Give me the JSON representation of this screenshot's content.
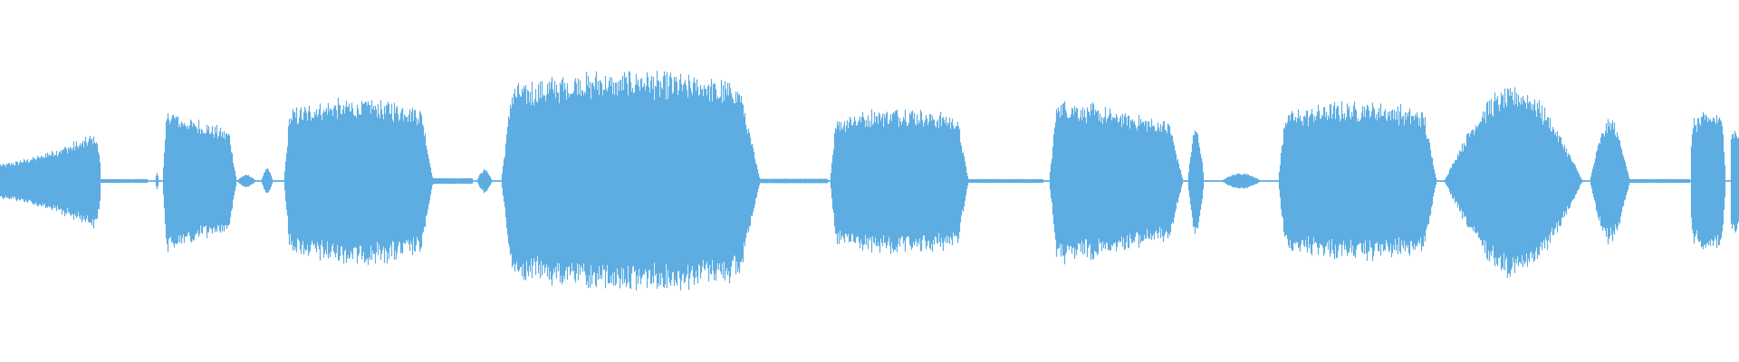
{
  "waveform": {
    "color": "#5dade2",
    "duration_fraction_segments": [
      {
        "start": 0.0,
        "end": 0.058,
        "peak": 0.27,
        "shape": "ramp-up"
      },
      {
        "start": 0.058,
        "end": 0.085,
        "peak": 0.01,
        "shape": "flat"
      },
      {
        "start": 0.089,
        "end": 0.091,
        "peak": 0.05,
        "shape": "spike"
      },
      {
        "start": 0.093,
        "end": 0.136,
        "peak": 0.4,
        "shape": "ramp-down"
      },
      {
        "start": 0.136,
        "end": 0.147,
        "peak": 0.035,
        "shape": "blob"
      },
      {
        "start": 0.15,
        "end": 0.157,
        "peak": 0.07,
        "shape": "blob"
      },
      {
        "start": 0.163,
        "end": 0.249,
        "peak": 0.45,
        "shape": "plateau"
      },
      {
        "start": 0.249,
        "end": 0.272,
        "peak": 0.015,
        "shape": "flat"
      },
      {
        "start": 0.274,
        "end": 0.283,
        "peak": 0.065,
        "shape": "blob"
      },
      {
        "start": 0.288,
        "end": 0.437,
        "peak": 0.6,
        "shape": "plateau"
      },
      {
        "start": 0.437,
        "end": 0.476,
        "peak": 0.012,
        "shape": "flat"
      },
      {
        "start": 0.477,
        "end": 0.557,
        "peak": 0.4,
        "shape": "plateau"
      },
      {
        "start": 0.557,
        "end": 0.6,
        "peak": 0.01,
        "shape": "flat"
      },
      {
        "start": 0.603,
        "end": 0.68,
        "peak": 0.47,
        "shape": "ramp-down"
      },
      {
        "start": 0.683,
        "end": 0.692,
        "peak": 0.3,
        "shape": "blob"
      },
      {
        "start": 0.702,
        "end": 0.725,
        "peak": 0.045,
        "shape": "blob"
      },
      {
        "start": 0.735,
        "end": 0.826,
        "peak": 0.43,
        "shape": "plateau"
      },
      {
        "start": 0.83,
        "end": 0.91,
        "peak": 0.52,
        "shape": "blob"
      },
      {
        "start": 0.914,
        "end": 0.937,
        "peak": 0.34,
        "shape": "blob"
      },
      {
        "start": 0.937,
        "end": 0.972,
        "peak": 0.01,
        "shape": "flat"
      },
      {
        "start": 0.972,
        "end": 0.992,
        "peak": 0.38,
        "shape": "plateau"
      },
      {
        "start": 0.995,
        "end": 1.0,
        "peak": 0.3,
        "shape": "plateau"
      }
    ]
  }
}
